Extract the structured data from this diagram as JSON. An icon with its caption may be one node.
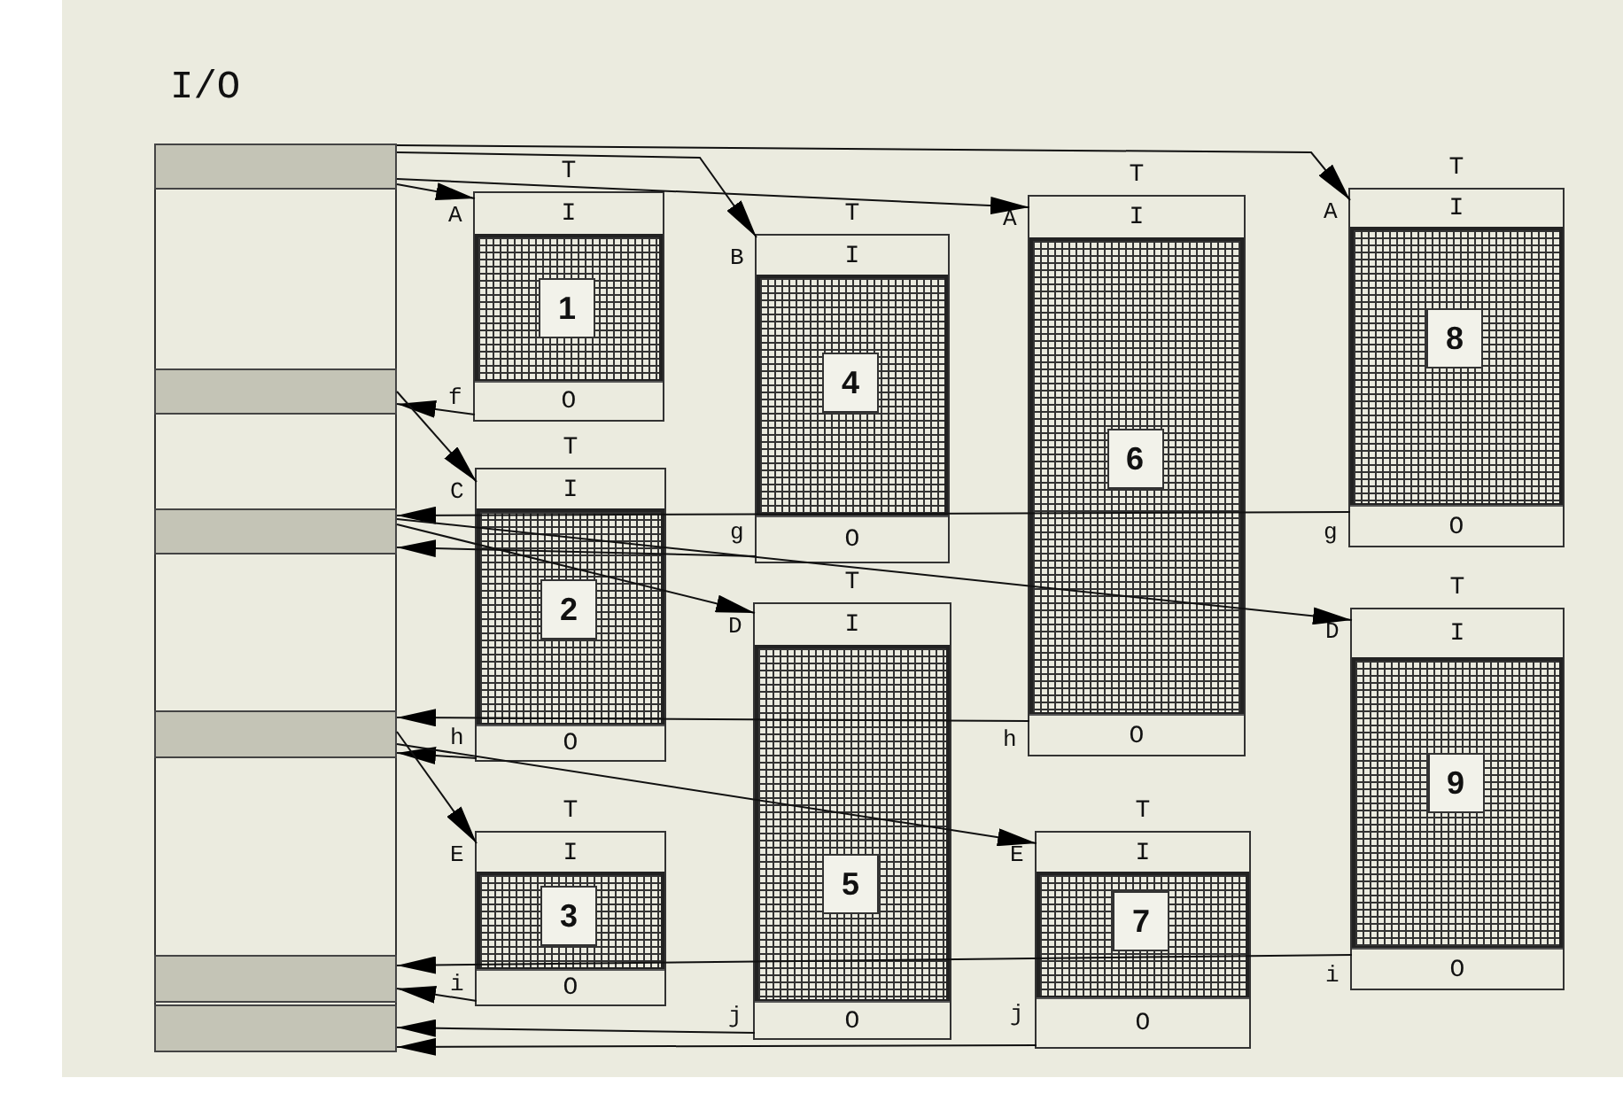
{
  "diagram": {
    "nodes": [
      {
        "text": [
          "I/O"
        ]
      },
      {
        "text": [],
        "shape": "bar",
        "in": 0
      },
      {
        "text": [],
        "shape": "bar",
        "in": 0
      },
      {
        "text": [],
        "shape": "bar",
        "in": 0
      },
      {
        "text": [],
        "shape": "bar",
        "in": 0
      },
      {
        "text": [],
        "shape": "bar",
        "in": 0
      },
      {
        "text": [],
        "shape": "bar",
        "in": 0
      },
      {
        "text": [
          "T"
        ]
      },
      {
        "text": [
          "I"
        ],
        "in": 7,
        "beside": [
          "A"
        ]
      },
      {
        "text": [],
        "shape": "box",
        "in": 7
      },
      {
        "text": [
          "1"
        ],
        "in": 9
      },
      {
        "text": [
          "O"
        ],
        "in": 7,
        "beside": [
          "f"
        ]
      },
      {
        "text": [
          "T"
        ]
      },
      {
        "text": [
          "I"
        ],
        "in": 12,
        "beside": [
          "C"
        ]
      },
      {
        "text": [],
        "shape": "box",
        "in": 12
      },
      {
        "text": [
          "2"
        ],
        "in": 14
      },
      {
        "text": [
          "O"
        ],
        "in": 12,
        "beside": [
          "h"
        ]
      },
      {
        "text": [
          "T"
        ]
      },
      {
        "text": [
          "I"
        ],
        "in": 17,
        "beside": [
          "E"
        ]
      },
      {
        "text": [],
        "shape": "box",
        "in": 17
      },
      {
        "text": [
          "3"
        ],
        "in": 19
      },
      {
        "text": [
          "O"
        ],
        "in": 17,
        "beside": [
          "i"
        ]
      },
      {
        "text": [
          "T"
        ]
      },
      {
        "text": [
          "I"
        ],
        "in": 22,
        "beside": [
          "B"
        ]
      },
      {
        "text": [],
        "shape": "box",
        "in": 22
      },
      {
        "text": [
          "4"
        ],
        "in": 24
      },
      {
        "text": [
          "O"
        ],
        "in": 22,
        "beside": [
          "g"
        ]
      },
      {
        "text": [
          "T"
        ]
      },
      {
        "text": [
          "I"
        ],
        "in": 27,
        "beside": [
          "D"
        ]
      },
      {
        "text": [],
        "shape": "box",
        "in": 27
      },
      {
        "text": [
          "5"
        ],
        "in": 29
      },
      {
        "text": [
          "O"
        ],
        "in": 27,
        "beside": [
          "j"
        ]
      },
      {
        "text": [
          "T"
        ]
      },
      {
        "text": [
          "I"
        ],
        "in": 32,
        "beside": [
          "A"
        ]
      },
      {
        "text": [],
        "shape": "box",
        "in": 32
      },
      {
        "text": [
          "6"
        ],
        "in": 34
      },
      {
        "text": [
          "O"
        ],
        "in": 32,
        "beside": [
          "h"
        ]
      },
      {
        "text": [
          "T"
        ]
      },
      {
        "text": [
          "I"
        ],
        "in": 37,
        "beside": [
          "E"
        ]
      },
      {
        "text": [],
        "shape": "box",
        "in": 37
      },
      {
        "text": [
          "7"
        ],
        "in": 39
      },
      {
        "text": [
          "O"
        ],
        "in": 37,
        "beside": [
          "j"
        ]
      },
      {
        "text": [
          "T"
        ]
      },
      {
        "text": [
          "I"
        ],
        "in": 42,
        "beside": [
          "A"
        ]
      },
      {
        "text": [],
        "shape": "box",
        "in": 42
      },
      {
        "text": [
          "8"
        ],
        "in": 44
      },
      {
        "text": [
          "O"
        ],
        "in": 42,
        "beside": [
          "g"
        ]
      },
      {
        "text": [
          "T"
        ]
      },
      {
        "text": [
          "I"
        ],
        "in": 47,
        "beside": [
          "D"
        ]
      },
      {
        "text": [],
        "shape": "box",
        "in": 47
      },
      {
        "text": [
          "9"
        ],
        "in": 49
      },
      {
        "text": [
          "O"
        ],
        "in": 47,
        "beside": [
          "i"
        ]
      }
    ],
    "edges": [
      {
        "from": 1,
        "to": 8,
        "arrow": "to"
      },
      {
        "from": 1,
        "to": 23,
        "arrow": "to"
      },
      {
        "from": 1,
        "to": 33,
        "arrow": "to"
      },
      {
        "from": 1,
        "to": 43,
        "arrow": "to"
      },
      {
        "from": 11,
        "to": 2,
        "arrow": "to"
      },
      {
        "from": 2,
        "to": 13,
        "arrow": "to"
      },
      {
        "from": 26,
        "to": 3,
        "arrow": "to"
      },
      {
        "from": 46,
        "to": 3,
        "arrow": "to"
      },
      {
        "from": 3,
        "to": 28,
        "arrow": "to"
      },
      {
        "from": 3,
        "to": 48,
        "arrow": "to"
      },
      {
        "from": 36,
        "to": 4,
        "arrow": "to"
      },
      {
        "from": 16,
        "to": 4,
        "arrow": "to"
      },
      {
        "from": 4,
        "to": 18,
        "arrow": "to"
      },
      {
        "from": 4,
        "to": 38,
        "arrow": "to"
      },
      {
        "from": 21,
        "to": 5,
        "arrow": "to"
      },
      {
        "from": 51,
        "to": 5,
        "arrow": "to"
      },
      {
        "from": 31,
        "to": 6,
        "arrow": "to"
      },
      {
        "from": 41,
        "to": 6,
        "arrow": "to"
      }
    ]
  }
}
